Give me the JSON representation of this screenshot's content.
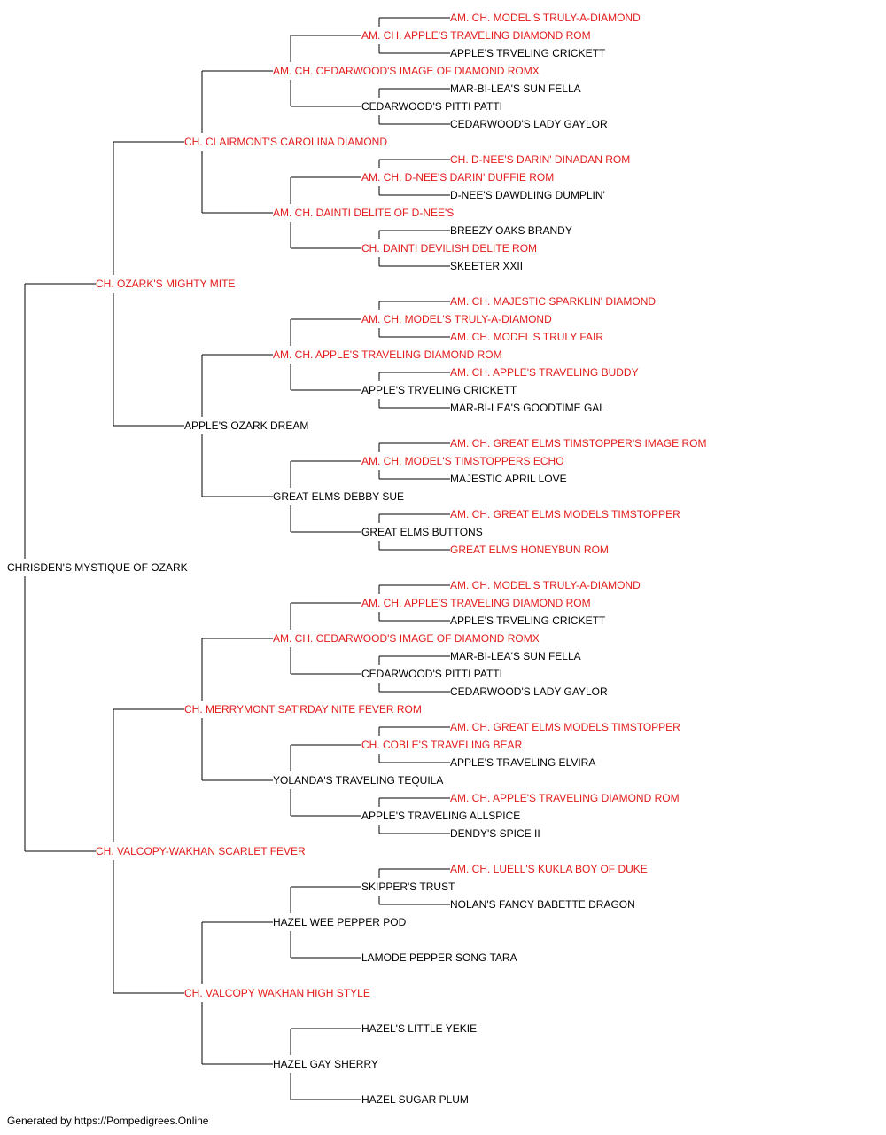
{
  "colors": {
    "champion": "#e31b1b",
    "normal": "#000000",
    "line": "#000000"
  },
  "pedigree": {
    "name": "CHRISDEN'S MYSTIQUE OF OZARK",
    "champion": false,
    "sire": {
      "name": "CH. OZARK'S MIGHTY MITE",
      "champion": true,
      "sire": {
        "name": "CH. CLAIRMONT'S CAROLINA DIAMOND",
        "champion": true,
        "sire": {
          "name": "AM. CH. CEDARWOOD'S IMAGE OF DIAMOND ROMX",
          "champion": true,
          "sire": {
            "name": "AM. CH. APPLE'S TRAVELING DIAMOND ROM",
            "champion": true,
            "sire": {
              "name": "AM. CH. MODEL'S TRULY-A-DIAMOND",
              "champion": true
            },
            "dam": {
              "name": "APPLE'S TRVELING CRICKETT",
              "champion": false
            }
          },
          "dam": {
            "name": "CEDARWOOD'S PITTI PATTI",
            "champion": false,
            "sire": {
              "name": "MAR-BI-LEA'S SUN FELLA",
              "champion": false
            },
            "dam": {
              "name": "CEDARWOOD'S LADY GAYLOR",
              "champion": false
            }
          }
        },
        "dam": {
          "name": "AM. CH. DAINTI DELITE OF D-NEE'S",
          "champion": true,
          "sire": {
            "name": "AM. CH. D-NEE'S DARIN' DUFFIE ROM",
            "champion": true,
            "sire": {
              "name": "CH. D-NEE'S DARIN' DINADAN ROM",
              "champion": true
            },
            "dam": {
              "name": "D-NEE'S DAWDLING DUMPLIN'",
              "champion": false
            }
          },
          "dam": {
            "name": "CH. DAINTI DEVILISH DELITE ROM",
            "champion": true,
            "sire": {
              "name": "BREEZY OAKS BRANDY",
              "champion": false
            },
            "dam": {
              "name": "SKEETER XXII",
              "champion": false
            }
          }
        }
      },
      "dam": {
        "name": "APPLE'S OZARK DREAM",
        "champion": false,
        "sire": {
          "name": "AM. CH. APPLE'S TRAVELING DIAMOND ROM",
          "champion": true,
          "sire": {
            "name": "AM. CH. MODEL'S TRULY-A-DIAMOND",
            "champion": true,
            "sire": {
              "name": "AM. CH. MAJESTIC SPARKLIN' DIAMOND",
              "champion": true
            },
            "dam": {
              "name": "AM. CH. MODEL'S TRULY FAIR",
              "champion": true
            }
          },
          "dam": {
            "name": "APPLE'S TRVELING CRICKETT",
            "champion": false,
            "sire": {
              "name": "AM. CH. APPLE'S TRAVELING BUDDY",
              "champion": true
            },
            "dam": {
              "name": "MAR-BI-LEA'S GOODTIME GAL",
              "champion": false
            }
          }
        },
        "dam": {
          "name": "GREAT ELMS DEBBY SUE",
          "champion": false,
          "sire": {
            "name": "AM. CH. MODEL'S TIMSTOPPERS ECHO",
            "champion": true,
            "sire": {
              "name": "AM. CH. GREAT ELMS TIMSTOPPER'S IMAGE ROM",
              "champion": true
            },
            "dam": {
              "name": "MAJESTIC APRIL LOVE",
              "champion": false
            }
          },
          "dam": {
            "name": "GREAT ELMS BUTTONS",
            "champion": false,
            "sire": {
              "name": "AM. CH. GREAT ELMS MODELS TIMSTOPPER",
              "champion": true
            },
            "dam": {
              "name": "GREAT ELMS HONEYBUN ROM",
              "champion": true
            }
          }
        }
      }
    },
    "dam": {
      "name": "CH. VALCOPY-WAKHAN SCARLET FEVER",
      "champion": true,
      "sire": {
        "name": "CH. MERRYMONT SAT'RDAY NITE FEVER ROM",
        "champion": true,
        "sire": {
          "name": "AM. CH. CEDARWOOD'S IMAGE OF DIAMOND ROMX",
          "champion": true,
          "sire": {
            "name": "AM. CH. APPLE'S TRAVELING DIAMOND ROM",
            "champion": true,
            "sire": {
              "name": "AM. CH. MODEL'S TRULY-A-DIAMOND",
              "champion": true
            },
            "dam": {
              "name": "APPLE'S TRVELING CRICKETT",
              "champion": false
            }
          },
          "dam": {
            "name": "CEDARWOOD'S PITTI PATTI",
            "champion": false,
            "sire": {
              "name": "MAR-BI-LEA'S SUN FELLA",
              "champion": false
            },
            "dam": {
              "name": "CEDARWOOD'S LADY GAYLOR",
              "champion": false
            }
          }
        },
        "dam": {
          "name": "YOLANDA'S TRAVELING TEQUILA",
          "champion": false,
          "sire": {
            "name": "CH. COBLE'S TRAVELING BEAR",
            "champion": true,
            "sire": {
              "name": "AM. CH. GREAT ELMS MODELS TIMSTOPPER",
              "champion": true
            },
            "dam": {
              "name": "APPLE'S TRAVELING ELVIRA",
              "champion": false
            }
          },
          "dam": {
            "name": "APPLE'S TRAVELING ALLSPICE",
            "champion": false,
            "sire": {
              "name": "AM. CH. APPLE'S TRAVELING DIAMOND ROM",
              "champion": true
            },
            "dam": {
              "name": "DENDY'S SPICE II",
              "champion": false
            }
          }
        }
      },
      "dam": {
        "name": "CH. VALCOPY WAKHAN HIGH STYLE",
        "champion": true,
        "sire": {
          "name": "HAZEL WEE PEPPER POD",
          "champion": false,
          "sire": {
            "name": "SKIPPER'S TRUST",
            "champion": false,
            "sire": {
              "name": "AM. CH. LUELL'S KUKLA BOY OF DUKE",
              "champion": true
            },
            "dam": {
              "name": "NOLAN'S FANCY BABETTE DRAGON",
              "champion": false
            }
          },
          "dam": {
            "name": "LAMODE PEPPER SONG TARA",
            "champion": false
          }
        },
        "dam": {
          "name": "HAZEL GAY SHERRY",
          "champion": false,
          "sire": {
            "name": "HAZEL'S LITTLE YEKIE",
            "champion": false
          },
          "dam": {
            "name": "HAZEL SUGAR PLUM",
            "champion": false
          }
        }
      }
    }
  },
  "footer": {
    "text": "Generated by https://Pompedigrees.Online"
  }
}
